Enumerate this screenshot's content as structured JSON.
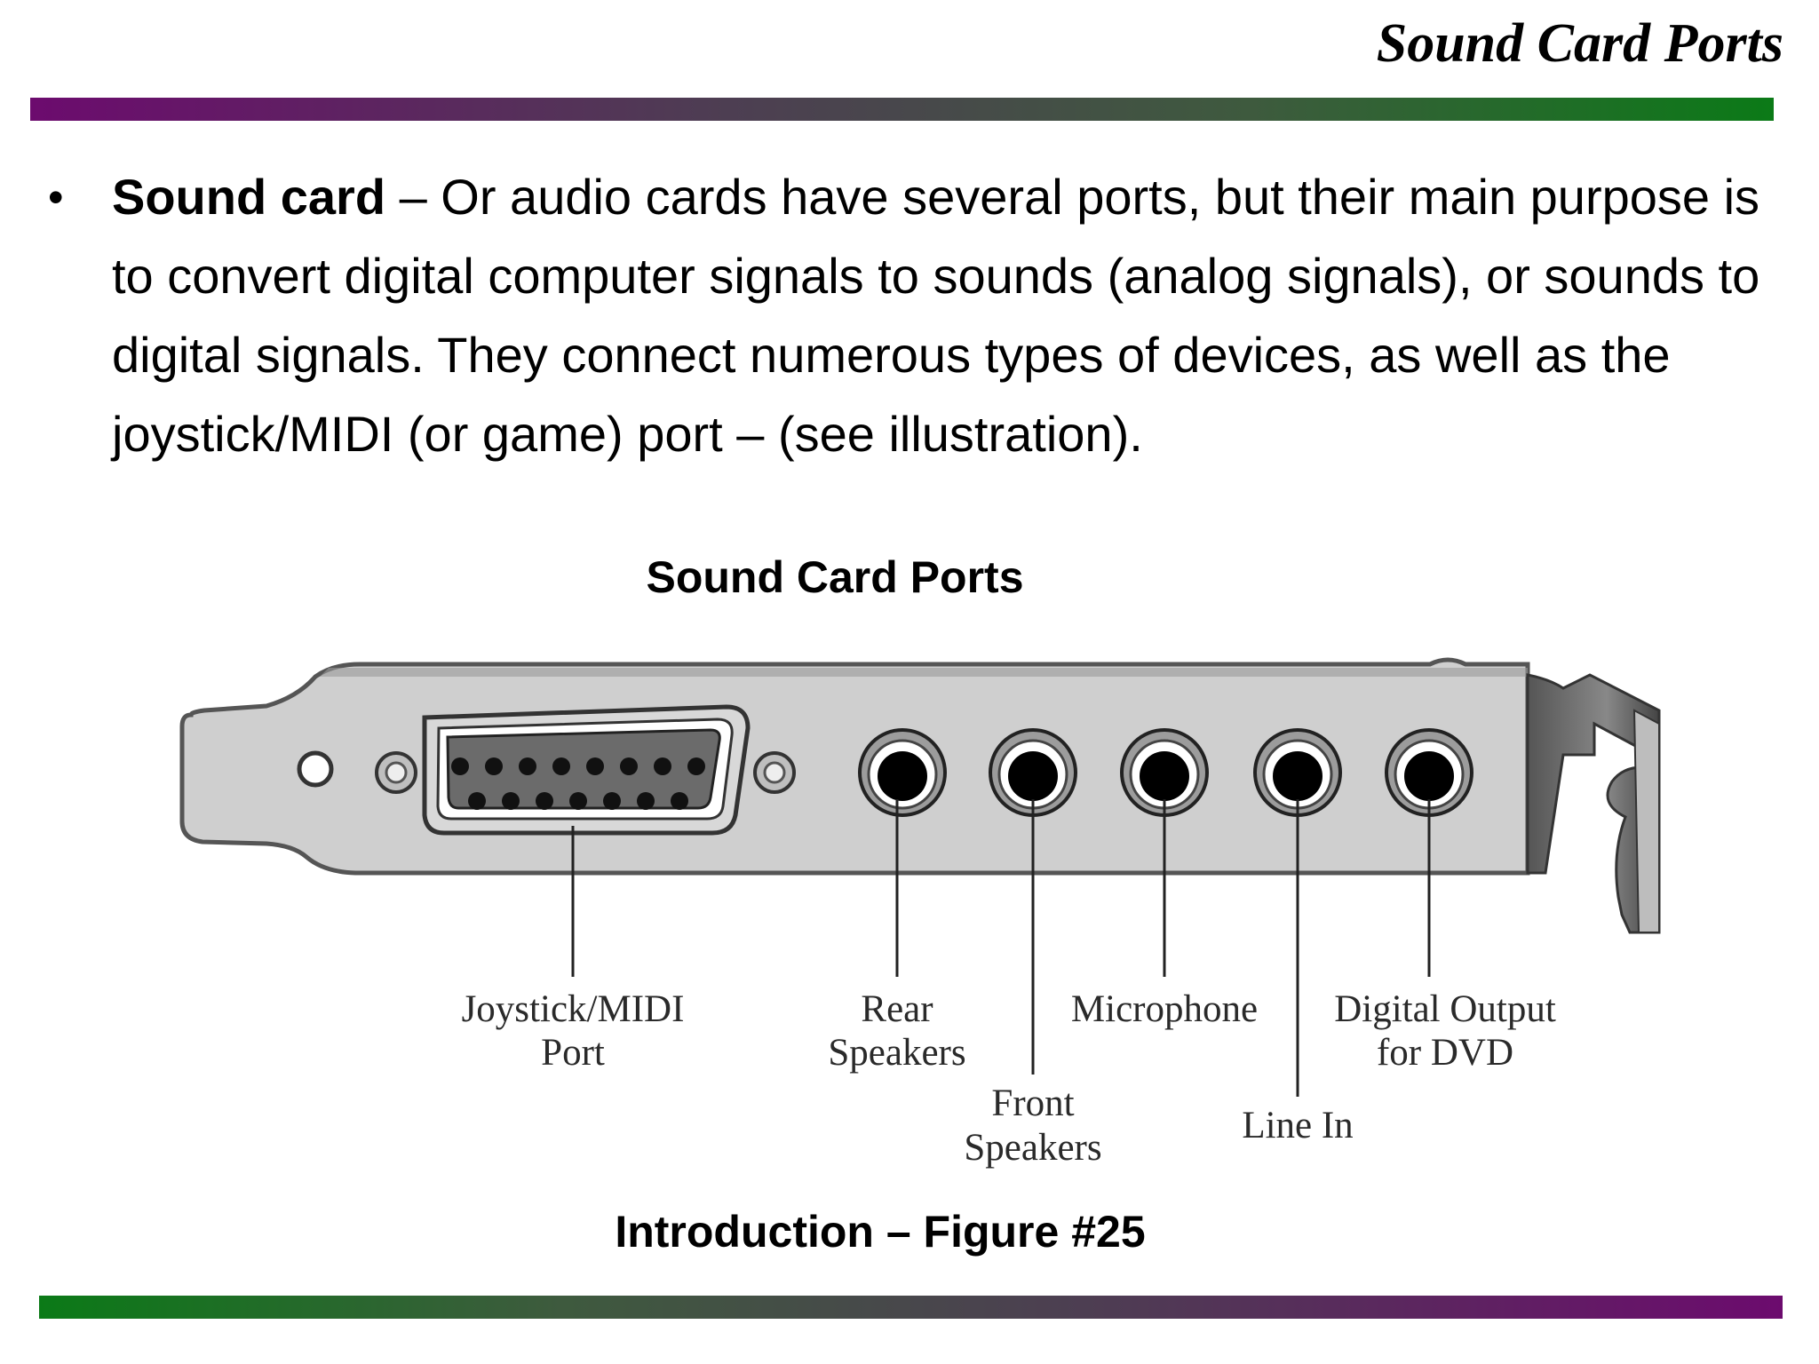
{
  "slide": {
    "title": "Sound Card Ports"
  },
  "bullet": {
    "term": "Sound card",
    "text": " – Or audio cards have several ports, but their main purpose is to convert digital computer signals to sounds (analog signals), or sounds to digital signals. They connect numerous types of devices, as well as the joystick/MIDI (or game) port – (see illustration)."
  },
  "figure": {
    "title": "Sound Card Ports",
    "caption": "Introduction – Figure #25",
    "labels": {
      "joystick_line1": "Joystick/MIDI",
      "joystick_line2": "Port",
      "rear_line1": "Rear",
      "rear_line2": "Speakers",
      "front_line1": "Front",
      "front_line2": "Speakers",
      "microphone": "Microphone",
      "line_in": "Line In",
      "digital_line1": "Digital Output",
      "digital_line2": "for DVD"
    }
  },
  "colors": {
    "band_purple": "#6c0b6e",
    "band_green": "#0b7a17",
    "bracket_fill": "#cfcfcf",
    "bracket_edge": "#555555"
  }
}
